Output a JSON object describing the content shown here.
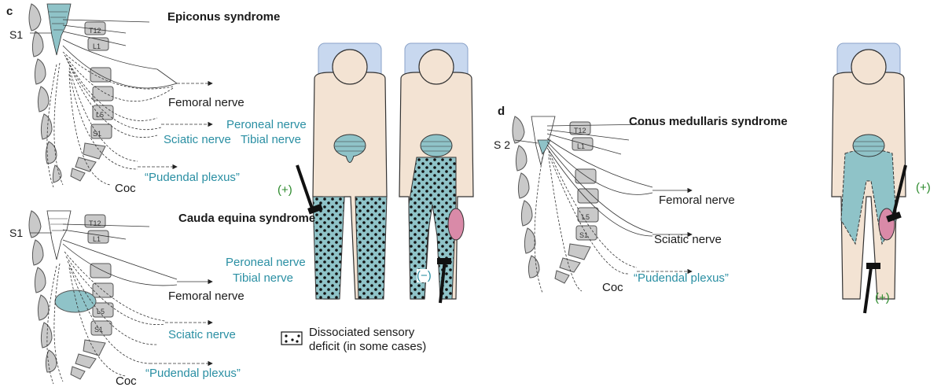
{
  "panel_c": {
    "letter": "c",
    "epiconus": {
      "title": "Epiconus syndrome",
      "segment": "S1",
      "vertebrae": [
        "T12",
        "L1",
        "L5",
        "S1"
      ],
      "nerves": {
        "femoral": "Femoral nerve",
        "peroneal": "Peroneal nerve",
        "sciatic": "Sciatic nerve",
        "tibial": "Tibial nerve",
        "pudendal": "“Pudendal plexus”"
      },
      "coccyx": "Coc",
      "reflex_sign": "(+)"
    },
    "cauda": {
      "title": "Cauda equina syndrome",
      "segment": "S1",
      "vertebrae": [
        "T12",
        "L1",
        "L5",
        "S1"
      ],
      "nerves": {
        "peroneal": "Peroneal nerve",
        "tibial": "Tibial nerve",
        "femoral": "Femoral nerve",
        "sciatic": "Sciatic nerve",
        "pudendal": "“Pudendal plexus”"
      },
      "coccyx": "Coc",
      "reflex_sign": "(−)"
    },
    "legend": {
      "line1": "Dissociated sensory",
      "line2": "deficit (in some cases)"
    }
  },
  "panel_d": {
    "letter": "d",
    "title": "Conus medullaris syndrome",
    "segment": "S 2",
    "vertebrae": [
      "T12",
      "L1",
      "L5",
      "S1"
    ],
    "nerves": {
      "femoral": "Femoral nerve",
      "sciatic": "Sciatic nerve",
      "pudendal": "“Pudendal plexus”"
    },
    "coccyx": "Coc",
    "reflex_upper": "(+)",
    "reflex_lower": "(+)"
  },
  "colors": {
    "teal_fill": "#8fc3c8",
    "teal_text": "#2a8fa3",
    "skin": "#f3e3d3",
    "pillow": "#c8d8ef",
    "bone": "#c8c8c8",
    "muscle": "#d98aa8",
    "green_text": "#2c8a2c"
  }
}
